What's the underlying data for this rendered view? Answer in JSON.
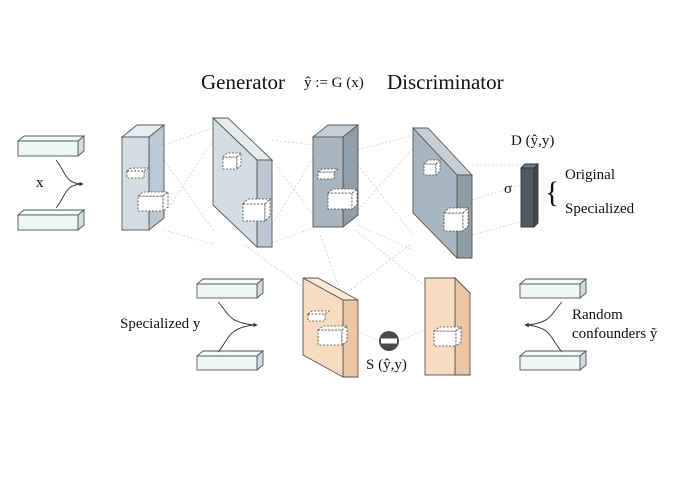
{
  "header": {
    "generator": "Generator",
    "formula": "ŷ := G (x)",
    "discriminator": "Discriminator"
  },
  "labels": {
    "x": "x",
    "d_output": "D (ŷ,y)",
    "sigma": "σ",
    "original": "Original",
    "specialized": "Specialized",
    "specialized_y": "Specialized y",
    "random_confounders_line1": "Random",
    "random_confounders_line2": "confounders ỹ",
    "s_output": "S (ŷ,y)"
  },
  "colors": {
    "gen_front": "#d3dde4",
    "gen_side": "#bcc9d2",
    "gen_top": "#e6edf1",
    "disc_front": "#aab6bf",
    "disc_side": "#909ea8",
    "disc_top": "#c7d0d6",
    "sim_front": "#f7dcc0",
    "sim_side": "#eac6a3",
    "sim_top": "#fbe8d5",
    "input_front": "#eef6f6",
    "input_side": "#cfdfe1",
    "sigma_bar": "#4d5a63",
    "minus_circle": "#4a4a4a",
    "edge": "#555555",
    "connection": "#cccccc"
  }
}
